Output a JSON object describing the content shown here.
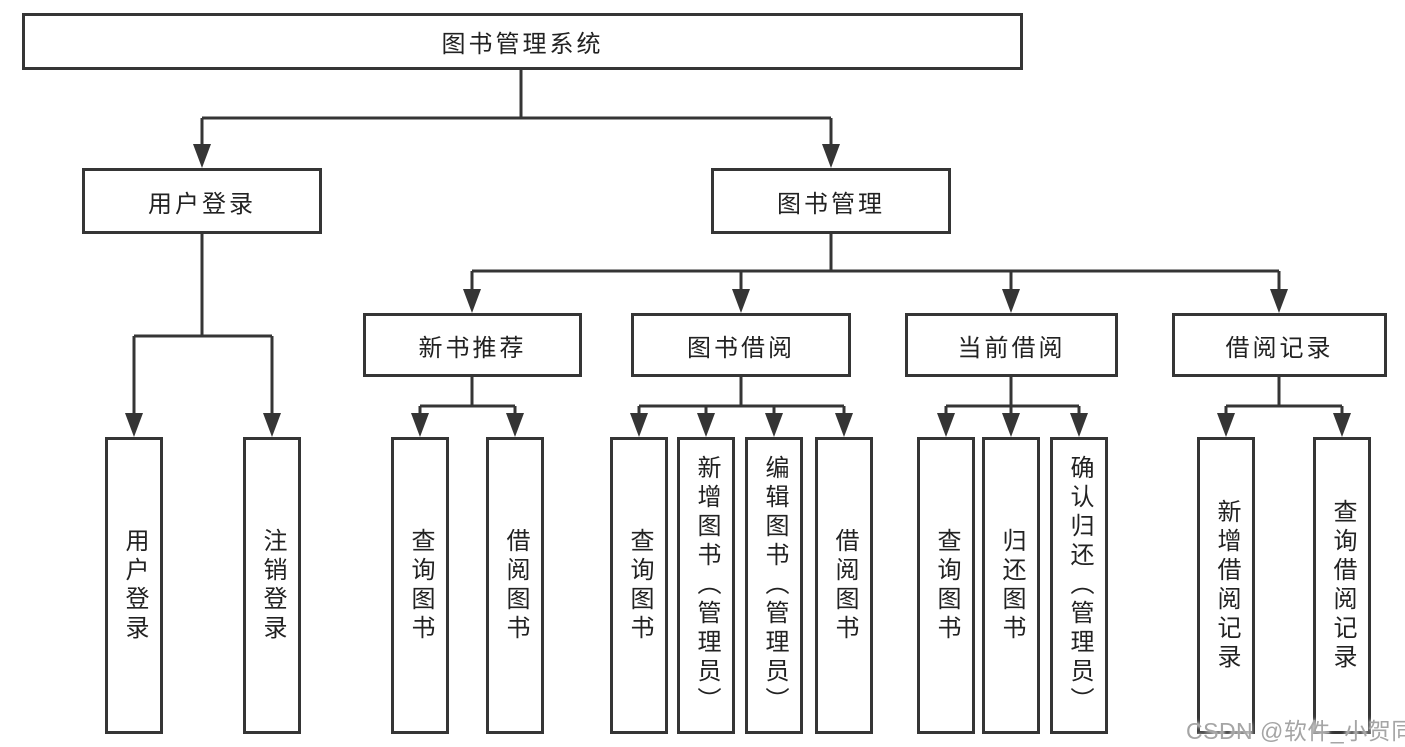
{
  "tree": {
    "label": "图书管理系统",
    "children": [
      {
        "label": "用户登录",
        "children": [
          {
            "label": "用户登录"
          },
          {
            "label": "注销登录"
          }
        ]
      },
      {
        "label": "图书管理",
        "children": [
          {
            "label": "新书推荐",
            "children": [
              {
                "label": "查询图书"
              },
              {
                "label": "借阅图书"
              }
            ]
          },
          {
            "label": "图书借阅",
            "children": [
              {
                "label": "查询图书"
              },
              {
                "label": "新增图书（管理员）"
              },
              {
                "label": "编辑图书（管理员）"
              },
              {
                "label": "借阅图书"
              }
            ]
          },
          {
            "label": "当前借阅",
            "children": [
              {
                "label": "查询图书"
              },
              {
                "label": "归还图书"
              },
              {
                "label": "确认归还（管理员）"
              }
            ]
          },
          {
            "label": "借阅记录",
            "children": [
              {
                "label": "新增借阅记录"
              },
              {
                "label": "查询借阅记录"
              }
            ]
          }
        ]
      }
    ]
  },
  "watermark": "CSDN @软件_小贺同学",
  "colors": {
    "line": "#353535",
    "box_border": "#353535",
    "text": "#222222",
    "watermark": "#a5a5a5",
    "background": "#ffffff"
  }
}
